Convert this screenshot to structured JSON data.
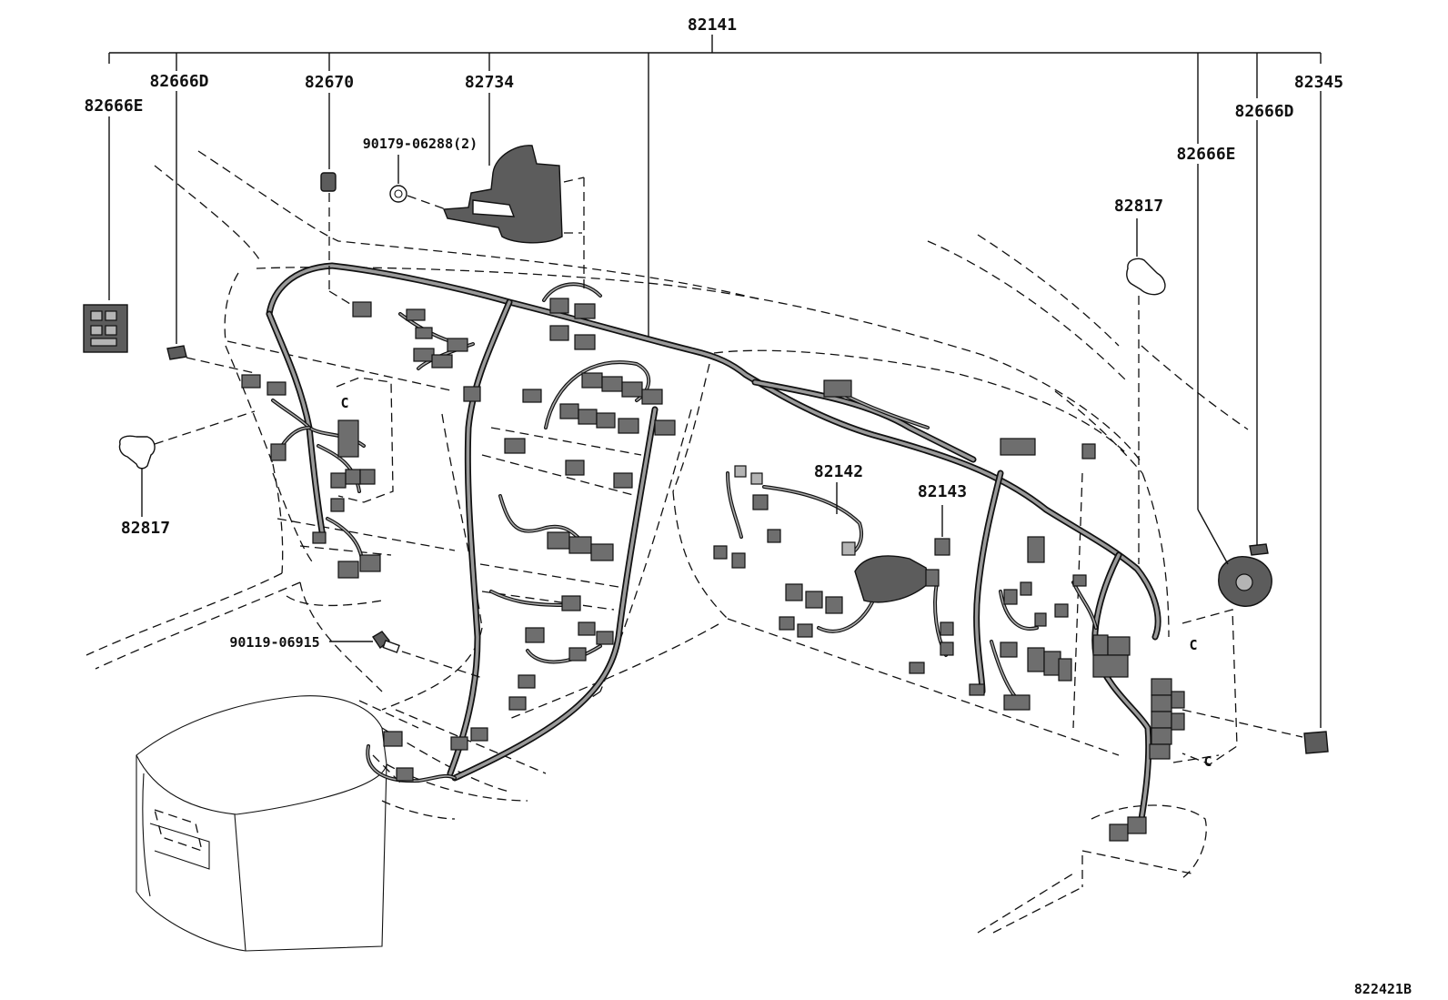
{
  "diagram": {
    "main_part": "82141",
    "sub_harnesses": [
      "82142",
      "82143"
    ],
    "labels": {
      "p82666D_left": "82666D",
      "p82666E_left": "82666E",
      "p82670": "82670",
      "p82734": "82734",
      "p90179": "90179-06288(2)",
      "p82817_left": "82817",
      "p90119": "90119-06915",
      "p82345": "82345",
      "p82666D_right": "82666D",
      "p82666E_right": "82666E",
      "p82817_right": "82817",
      "p82142": "82142",
      "p82143": "82143",
      "clip_c1": "C",
      "clip_c2": "C",
      "clip_c3": "C"
    },
    "figure_id": "822421B"
  }
}
